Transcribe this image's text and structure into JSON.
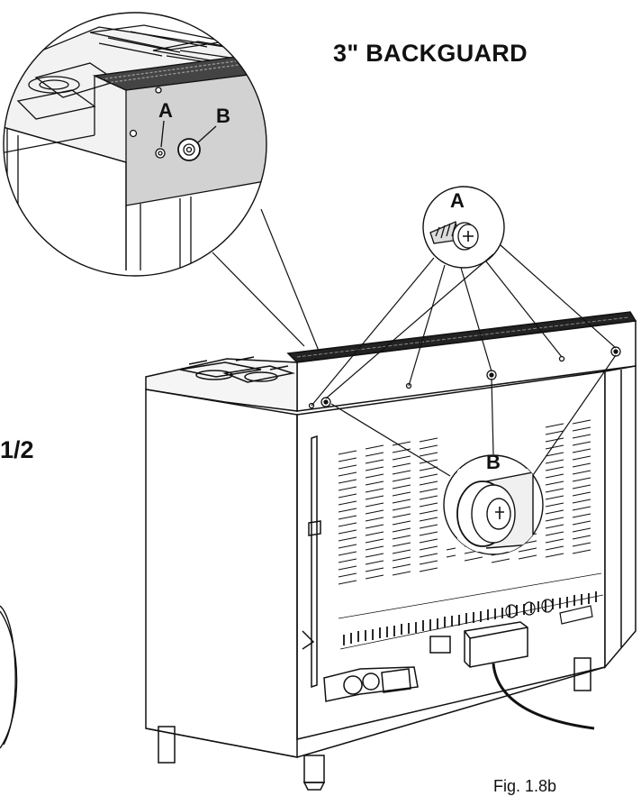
{
  "title": "3\" BACKGUARD",
  "labels": {
    "inset_a": "A",
    "inset_b": "B",
    "callout_a": "A",
    "callout_b": "B"
  },
  "side_text": "1/2",
  "caption": "Fig. 1.8b",
  "colors": {
    "line": "#111111",
    "panel_fill": "#d2d2d2",
    "background": "#ffffff"
  }
}
